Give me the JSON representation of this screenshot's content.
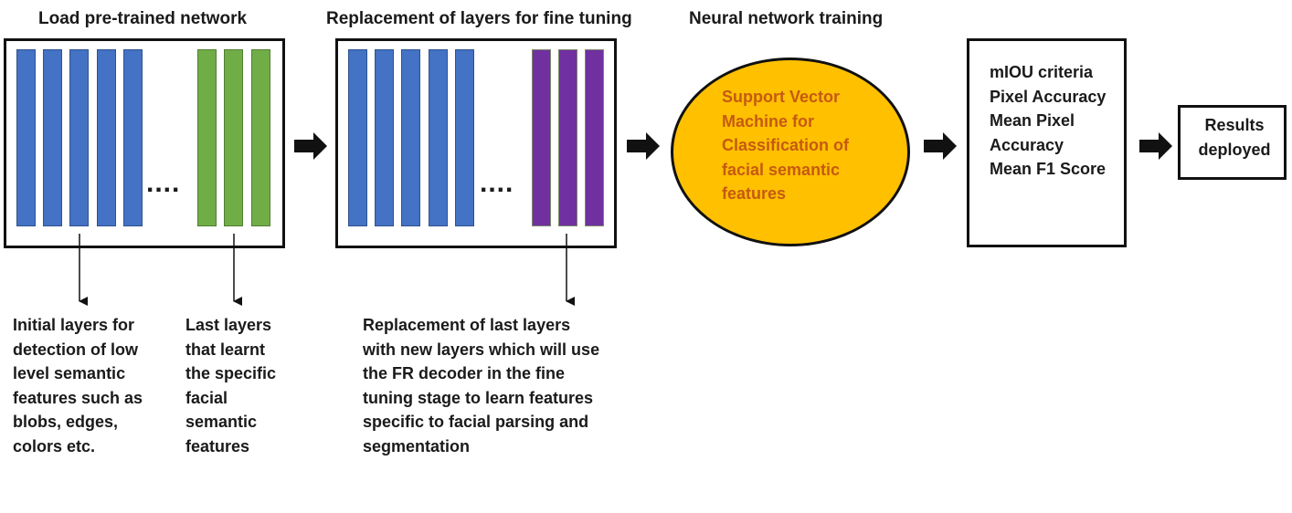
{
  "headings": {
    "load": "Load pre-trained network",
    "replace": "Replacement of layers for fine tuning",
    "training": "Neural network training"
  },
  "ellipse_text": "Support Vector Machine for Classification of facial semantic features",
  "metrics": [
    "mIOU criteria",
    "Pixel Accuracy",
    "Mean Pixel Accuracy",
    "Mean F1 Score"
  ],
  "results": "Results deployed",
  "dots": "....",
  "captions": {
    "initial_layers": "Initial layers for detection of low level semantic features such as blobs, edges, colors etc.",
    "last_layers": "Last layers that learnt the specific facial semantic features",
    "replacement": "Replacement of last layers with new layers which will use the FR decoder in the fine tuning stage to learn features specific to facial parsing and segmentation"
  },
  "colors": {
    "initial_layer": "#4472c4",
    "learnt_layer": "#70ad47",
    "new_layer": "#7030a0",
    "svm": "#ffc000",
    "svm_text": "#c55a11"
  }
}
